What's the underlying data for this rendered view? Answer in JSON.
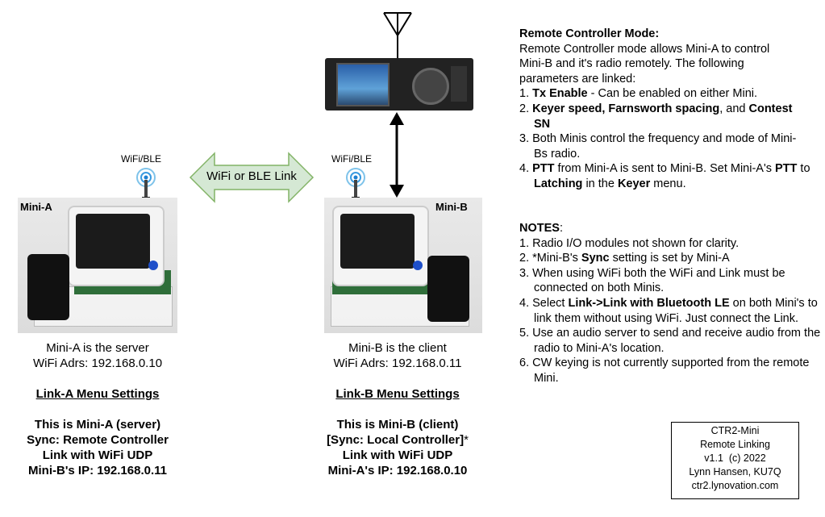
{
  "mini_a": {
    "photo_label": "Mini-A",
    "wifi_label": "WiFi/BLE",
    "caption1": "Mini-A is the server",
    "caption2": "WiFi Adrs: 192.168.0.10",
    "menu_title": "Link-A Menu Settings",
    "settings": [
      "This is Mini-A (server)",
      "Sync: Remote Controller",
      "Link with WiFi UDP",
      "Mini-B's IP: 192.168.0.11"
    ]
  },
  "mini_b": {
    "photo_label": "Mini-B",
    "wifi_label": "WiFi/BLE",
    "caption1": "Mini-B is the client",
    "caption2": "WiFi Adrs: 192.168.0.11",
    "menu_title": "Link-B Menu Settings",
    "settings": [
      "This is Mini-B (client)",
      "[Sync: Local Controller]",
      "*",
      "Link with WiFi UDP",
      "Mini-A's IP: 192.168.0.10"
    ]
  },
  "link_arrow": {
    "label": "WiFi or BLE Link",
    "color": "#d5e8d4"
  },
  "remote": {
    "title": "Remote Controller Mode:",
    "intro": "Remote Controller mode allows Mini-A to control Mini-B and it's radio remotely. The following parameters are linked:",
    "items": [
      {
        "n": "1. ",
        "b1": "Tx Enable",
        "t1": " - Can be enabled on either Mini."
      },
      {
        "n": "2. ",
        "b1": "Keyer speed, Farnsworth spacing",
        "t1": ", and ",
        "b2": "Contest SN"
      },
      {
        "n": "3. ",
        "t1": "Both Minis control the frequency and mode of Mini-Bs radio."
      },
      {
        "n": "4. ",
        "b1": "PTT",
        "t1": " from Mini-A is sent to Mini-B. Set Mini-A's ",
        "b2": "PTT",
        "t2": " to ",
        "b3": "Latching",
        "t3": " in the ",
        "b4": "Keyer",
        "t4": " menu."
      }
    ]
  },
  "notes": {
    "title": "NOTES",
    "colon": ":",
    "items": [
      {
        "n": "1. ",
        "t1": "Radio I/O modules not shown for clarity."
      },
      {
        "n": "2. ",
        "t1": "*Mini-B's ",
        "b1": "Sync",
        "t2": " setting is set by Mini-A"
      },
      {
        "n": "3. ",
        "t1": "When using WiFi both the WiFi and Link must be connected on both Minis."
      },
      {
        "n": "4. ",
        "t1": "Select ",
        "b1": "Link->Link with Bluetooth LE",
        "t2": " on both Mini's to link them without using WiFi. Just connect the Link."
      },
      {
        "n": "5. ",
        "t1": "Use an audio server to send and receive audio from the radio to Mini-A's location."
      },
      {
        "n": "6. ",
        "t1": "CW keying is not currently supported from the remote Mini."
      }
    ]
  },
  "credits": [
    "CTR2-Mini",
    "Remote Linking",
    "v1.1  (c) 2022",
    "Lynn Hansen, KU7Q",
    "ctr2.lynovation.com"
  ]
}
